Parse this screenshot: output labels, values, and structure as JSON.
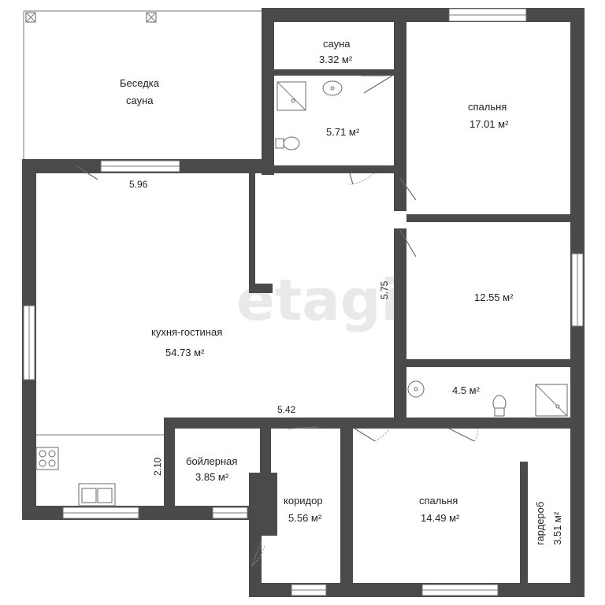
{
  "rooms": [
    {
      "id": "gazebo",
      "name_line1": "Беседка",
      "name_line2": "сауна"
    },
    {
      "id": "sauna",
      "name": "сауна",
      "area": "3.32 м²"
    },
    {
      "id": "bath1",
      "name": "",
      "area": "5.71 м²"
    },
    {
      "id": "bedroom1",
      "name": "спальня",
      "area": "17.01 м²"
    },
    {
      "id": "room2",
      "name": "",
      "area": "12.55 м²"
    },
    {
      "id": "bath2",
      "name": "",
      "area": "4.5 м²"
    },
    {
      "id": "kitchen",
      "name": "кухня-гостиная",
      "area": "54.73 м²"
    },
    {
      "id": "boiler",
      "name": "бойлерная",
      "area": "3.85 м²"
    },
    {
      "id": "corridor",
      "name": "коридор",
      "area": "5.56 м²"
    },
    {
      "id": "bedroom2",
      "name": "спальня",
      "area": "14.49 м²"
    },
    {
      "id": "wardrobe",
      "name": "гардероб",
      "area": "3.51 м²"
    }
  ],
  "dimensions": {
    "top": "5.96",
    "right": "5.75",
    "mid": "5.42",
    "left": "2.10"
  },
  "watermark": "etagi"
}
